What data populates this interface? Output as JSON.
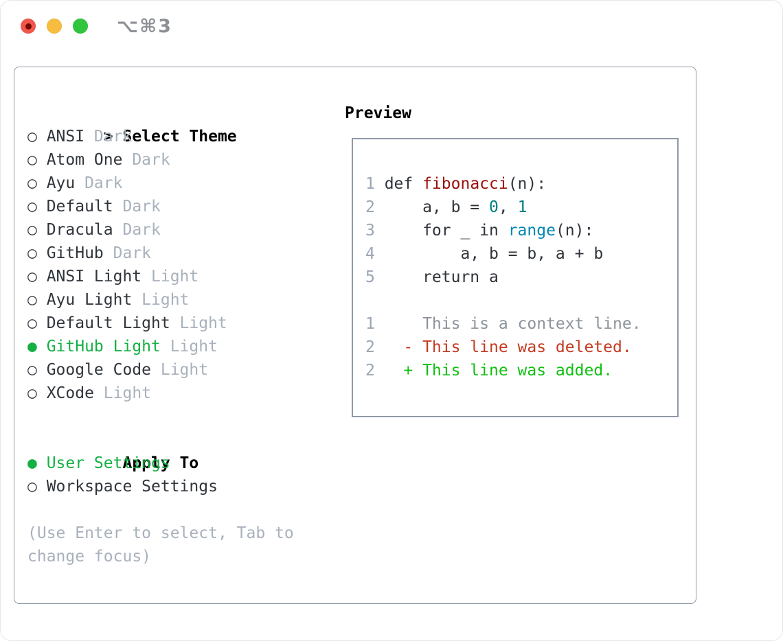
{
  "window": {
    "title": "⌥⌘3"
  },
  "colors": {
    "selection_green": "#14b043",
    "diff_added_green": "#10c010",
    "diff_deleted_red": "#c43a21",
    "code_function_red": "#990f0a",
    "code_number_teal": "#008080",
    "code_builtin_blue": "#0086b3",
    "secondary_gray": "#a8b1bc",
    "panel_border_gray": "#8e99a6",
    "traffic_red": "#f0564b",
    "traffic_yellow": "#f6bd41",
    "traffic_green": "#30c53c"
  },
  "theme_panel": {
    "prompt": ">",
    "title": "Select Theme",
    "marker_unselected": "○",
    "marker_selected": "●",
    "items": [
      {
        "name": "ANSI",
        "variant": "Dark",
        "selected": false
      },
      {
        "name": "Atom One",
        "variant": "Dark",
        "selected": false
      },
      {
        "name": "Ayu",
        "variant": "Dark",
        "selected": false
      },
      {
        "name": "Default",
        "variant": "Dark",
        "selected": false
      },
      {
        "name": "Dracula",
        "variant": "Dark",
        "selected": false
      },
      {
        "name": "GitHub",
        "variant": "Dark",
        "selected": false
      },
      {
        "name": "ANSI Light",
        "variant": "Light",
        "selected": false
      },
      {
        "name": "Ayu Light",
        "variant": "Light",
        "selected": false
      },
      {
        "name": "Default Light",
        "variant": "Light",
        "selected": false
      },
      {
        "name": "GitHub Light",
        "variant": "Light",
        "selected": true
      },
      {
        "name": "Google Code",
        "variant": "Light",
        "selected": false
      },
      {
        "name": "XCode",
        "variant": "Light",
        "selected": false
      }
    ]
  },
  "apply_to": {
    "title": "Apply To",
    "options": [
      {
        "label": "User Settings",
        "selected": true
      },
      {
        "label": "Workspace Settings",
        "selected": false
      }
    ]
  },
  "hint": "(Use Enter to select, Tab to change focus)",
  "preview": {
    "title": "Preview",
    "lines": [
      {
        "num": "1",
        "tokens": [
          [
            "def ",
            "text"
          ],
          [
            "fibonacci",
            "title"
          ],
          [
            "(n):",
            "text"
          ]
        ]
      },
      {
        "num": "2",
        "tokens": [
          [
            "    a, b = ",
            "text"
          ],
          [
            "0",
            "number"
          ],
          [
            ", ",
            "text"
          ],
          [
            "1",
            "number"
          ]
        ]
      },
      {
        "num": "3",
        "tokens": [
          [
            "    for _ in ",
            "text"
          ],
          [
            "range",
            "builtin"
          ],
          [
            "(n):",
            "text"
          ]
        ]
      },
      {
        "num": "4",
        "tokens": [
          [
            "        a, b = b, a + b",
            "text"
          ]
        ]
      },
      {
        "num": "5",
        "tokens": [
          [
            "    return a",
            "text"
          ]
        ]
      },
      {
        "num": "",
        "tokens": []
      },
      {
        "num": "1",
        "tokens": [
          [
            "    This is a context line.",
            "context"
          ]
        ]
      },
      {
        "num": "2",
        "tokens": [
          [
            "  - This line was deleted.",
            "deleted"
          ]
        ]
      },
      {
        "num": "2",
        "tokens": [
          [
            "  + This line was added.",
            "added"
          ]
        ]
      }
    ]
  }
}
